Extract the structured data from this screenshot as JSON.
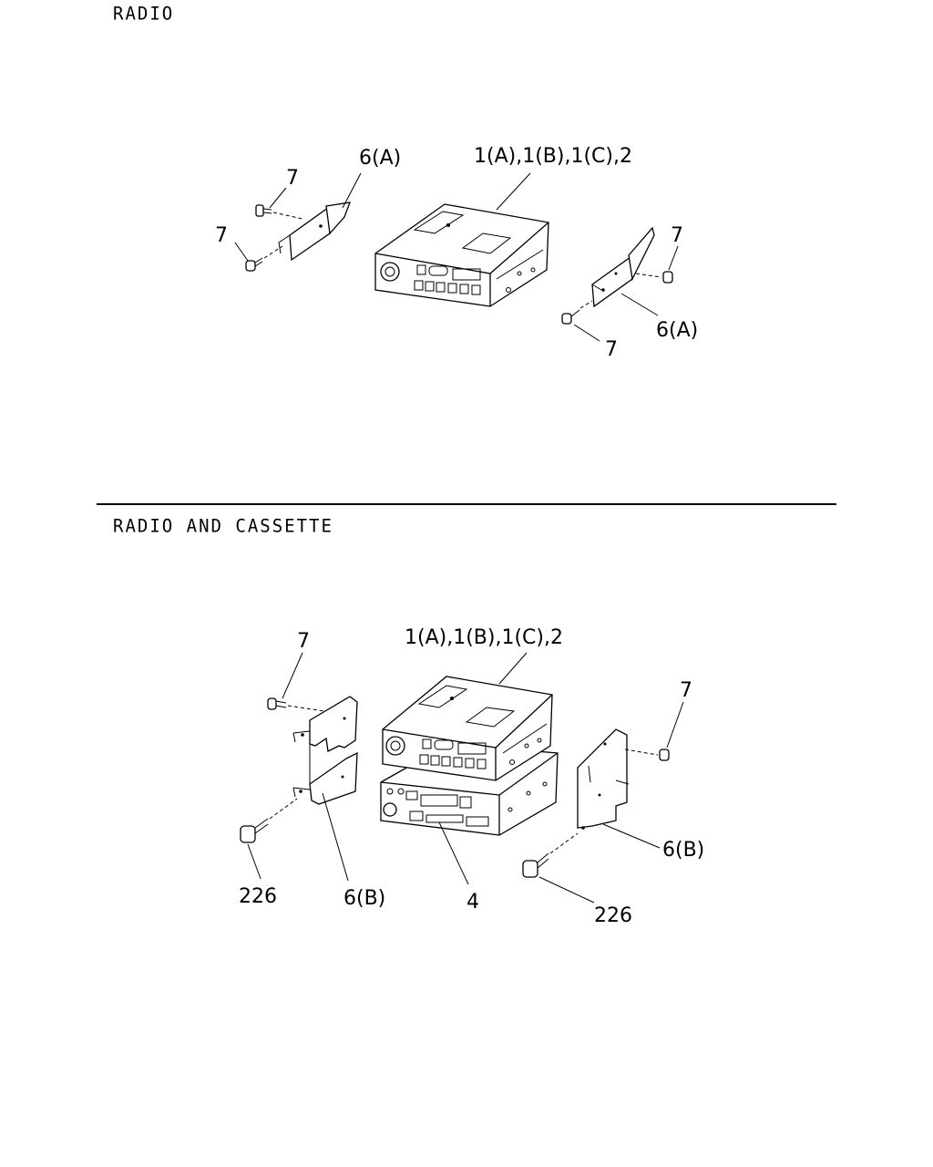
{
  "sections": [
    {
      "title": "RADIO",
      "callouts": {
        "unit": "1(A),1(B),1(C),2",
        "bracket_left": "6(A)",
        "bracket_right": "6(A)",
        "screw_left_top": "7",
        "screw_left_bottom": "7",
        "screw_right_top": "7",
        "screw_right_bottom": "7"
      }
    },
    {
      "title": "RADIO AND CASSETTE",
      "callouts": {
        "unit": "1(A),1(B),1(C),2",
        "cassette": "4",
        "bracket_left": "6(B)",
        "bracket_right": "6(B)",
        "screw_left": "7",
        "screw_right": "7",
        "bolt_left": "226",
        "bolt_right": "226"
      }
    }
  ]
}
